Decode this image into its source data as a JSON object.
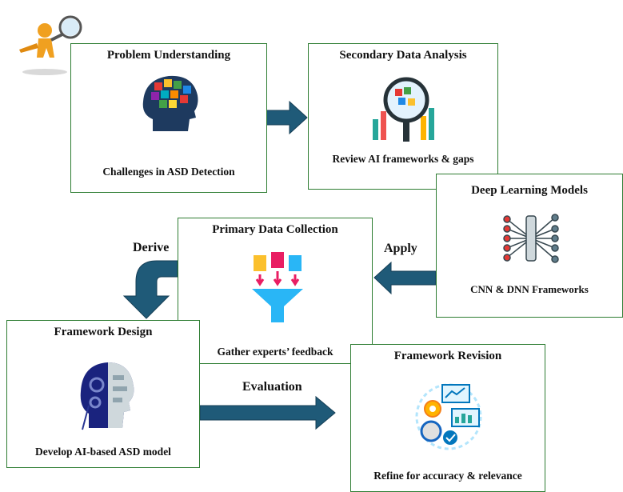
{
  "boxes": {
    "problem": {
      "title": "Problem Understanding",
      "caption": "Challenges in ASD Detection"
    },
    "secondary": {
      "title": "Secondary Data Analysis",
      "caption": "Review AI frameworks & gaps"
    },
    "deep": {
      "title": "Deep Learning Models",
      "caption": "CNN & DNN Frameworks"
    },
    "primary": {
      "title": "Primary Data Collection",
      "caption": "Gather experts’ feedback"
    },
    "design": {
      "title": "Framework Design",
      "caption": "Develop AI-based ASD model"
    },
    "revision": {
      "title": "Framework Revision",
      "caption": "Refine for accuracy & relevance"
    }
  },
  "flow_labels": {
    "derive": "Derive",
    "apply": "Apply",
    "evaluation": "Evaluation"
  },
  "colors": {
    "border": "#2e7d32",
    "arrow": "#1f5a78",
    "arrow_dark": "#163f56"
  },
  "icons": {
    "problem": "head-puzzle-icon",
    "secondary": "magnifier-chart-icon",
    "deep": "neural-network-icon",
    "primary": "funnel-documents-icon",
    "design": "robot-brain-icon",
    "revision": "gears-dashboard-icon",
    "corner": "magnifier-figure-icon"
  }
}
